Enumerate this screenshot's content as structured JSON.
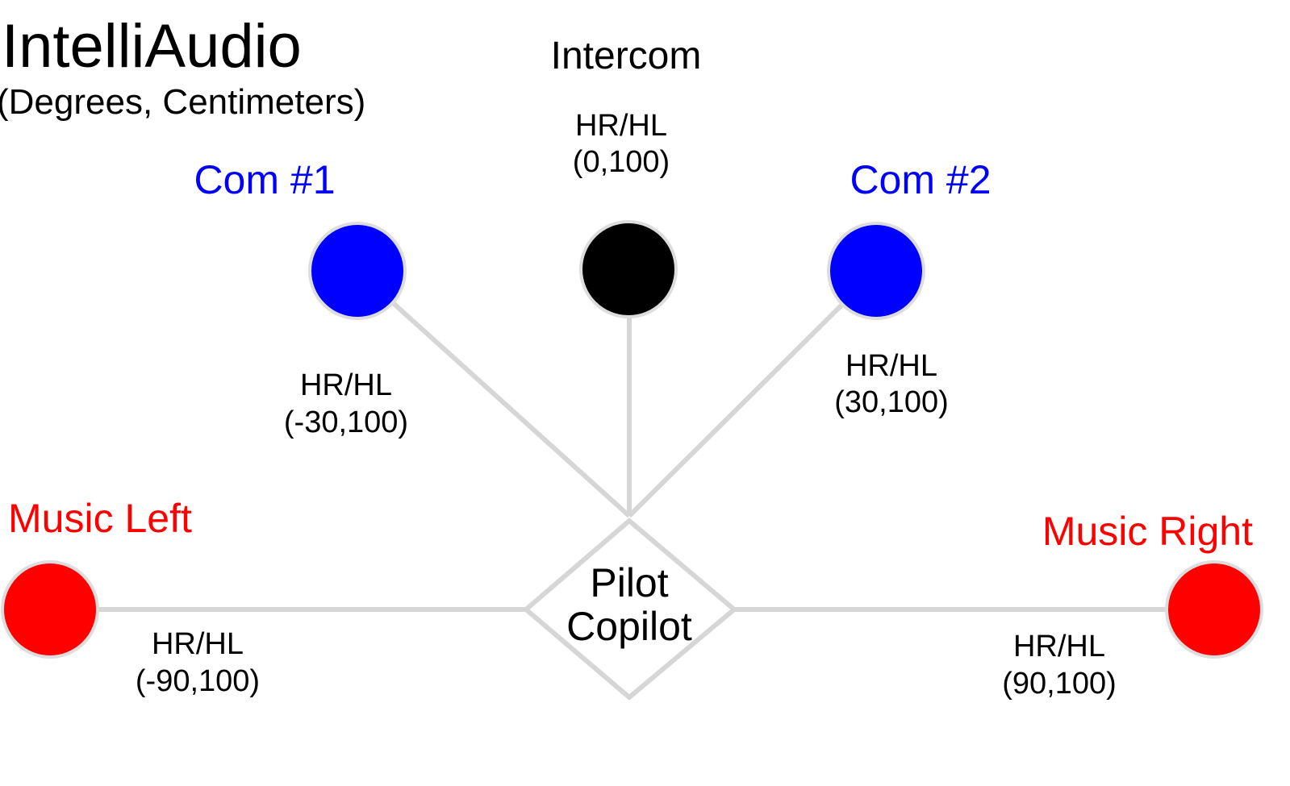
{
  "header": {
    "title": "IntelliAudio",
    "subtitle": "(Degrees, Centimeters)"
  },
  "center": {
    "line1": "Pilot",
    "line2": "Copilot"
  },
  "sources": {
    "intercom": {
      "name": "Intercom",
      "mode": "HR/HL",
      "coords": "(0,100)",
      "color": "#000000"
    },
    "com1": {
      "name": "Com #1",
      "mode": "HR/HL",
      "coords": "(-30,100)",
      "color": "#0000ff"
    },
    "com2": {
      "name": "Com #2",
      "mode": "HR/HL",
      "coords": "(30,100)",
      "color": "#0000ff"
    },
    "music_left": {
      "name": "Music Left",
      "mode": "HR/HL",
      "coords": "(-90,100)",
      "color": "#ff0000"
    },
    "music_right": {
      "name": "Music Right",
      "mode": "HR/HL",
      "coords": "(90,100)",
      "color": "#ff0000"
    }
  },
  "colors": {
    "connector": "#d6d6d6",
    "node_outline": "#dddddd",
    "text": "#000000",
    "com": "#0000ff",
    "music": "#ff0000"
  }
}
